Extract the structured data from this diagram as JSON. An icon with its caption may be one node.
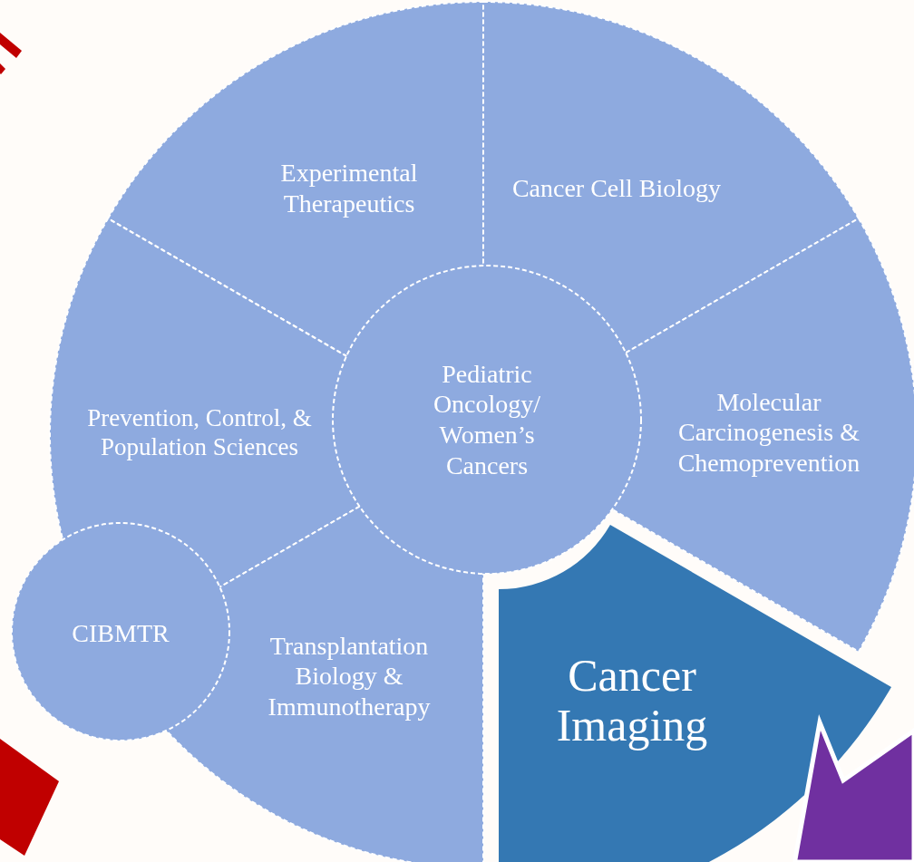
{
  "diagram": {
    "nodes": [
      {
        "text": [
          "Experimental Therapeutics"
        ]
      },
      {
        "text": [
          "Cancer Cell Biology"
        ]
      },
      {
        "text": [
          "Prevention, Control, & Population Sciences"
        ]
      },
      {
        "text": [
          "Pediatric Oncology/ Women’s Cancers"
        ]
      },
      {
        "text": [
          "Molecular Carcinogenesis & Chemoprevention"
        ]
      },
      {
        "text": [
          "CIBMTR"
        ]
      },
      {
        "text": [
          "Transplantation Biology & Immunotherapy"
        ]
      },
      {
        "text": [
          "Cancer Imaging"
        ]
      }
    ]
  }
}
